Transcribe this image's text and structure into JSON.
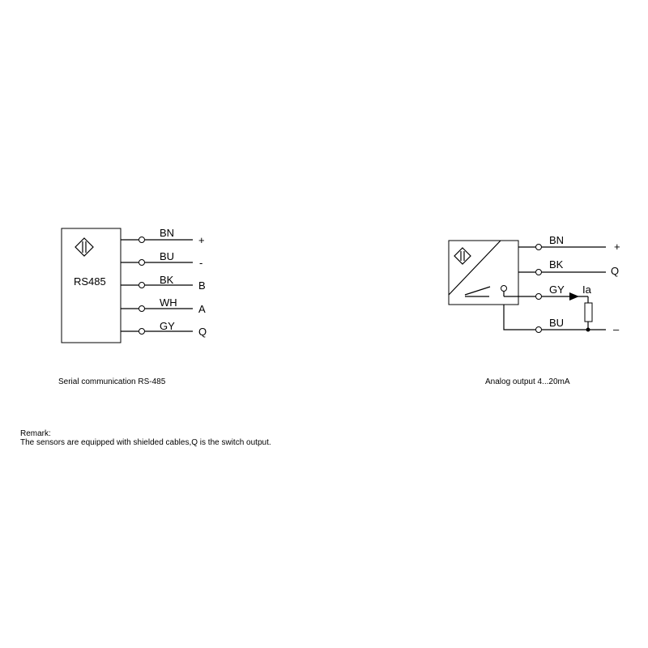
{
  "rs485_diagram": {
    "box_label": "RS485",
    "caption": "Serial communication RS-485",
    "wires": [
      {
        "color": "BN",
        "signal": "+"
      },
      {
        "color": "BU",
        "signal": "-"
      },
      {
        "color": "BK",
        "signal": "B"
      },
      {
        "color": "WH",
        "signal": "A"
      },
      {
        "color": "GY",
        "signal": "Q"
      }
    ]
  },
  "analog_diagram": {
    "caption": "Analog output 4...20mA",
    "current_label": "Ia",
    "wires": [
      {
        "color": "BN",
        "signal": "+"
      },
      {
        "color": "BK",
        "signal": "Q"
      },
      {
        "color": "GY",
        "signal": ""
      },
      {
        "color": "BU",
        "signal": "–"
      }
    ]
  },
  "remark": {
    "title": "Remark:",
    "text": "The sensors are equipped with shielded cables,Q is the switch output."
  }
}
